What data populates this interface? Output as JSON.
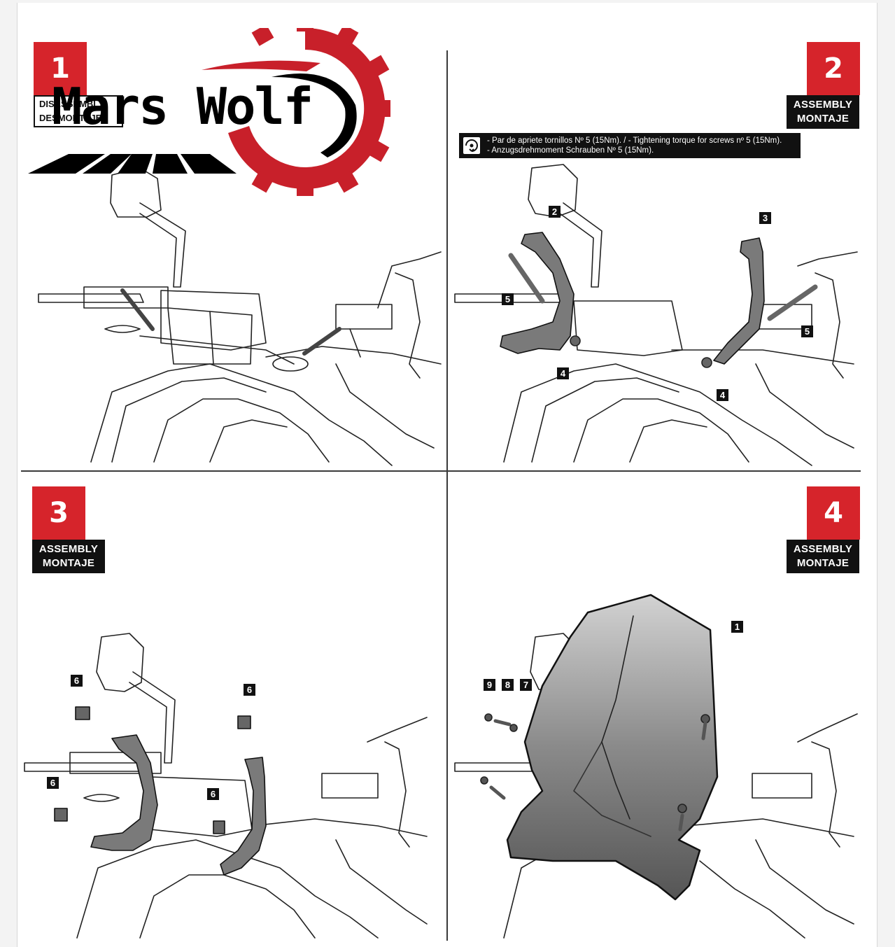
{
  "brand": {
    "name": "Mars Wolf",
    "red": "#c8202a",
    "black": "#000000"
  },
  "steps": [
    {
      "number": "1",
      "label_lines": [
        "DISASSEMBLY",
        "DESMONTAJE"
      ]
    },
    {
      "number": "2",
      "label_lines": [
        "ASSEMBLY",
        "MONTAJE"
      ]
    },
    {
      "number": "3",
      "label_lines": [
        "ASSEMBLY",
        "MONTAJE"
      ]
    },
    {
      "number": "4",
      "label_lines": [
        "ASSEMBLY",
        "MONTAJE"
      ]
    }
  ],
  "torque_note": {
    "icon": "torque-wrench-icon",
    "lines": [
      "- Par de apriete tornillos Nº 5 (15Nm). / - Tightening torque for screws nº 5 (15Nm).",
      "- Anzugsdrehmoment Schrauben Nº 5 (15Nm)."
    ]
  },
  "callouts": {
    "step2": [
      "2",
      "3",
      "5",
      "5",
      "4",
      "4"
    ],
    "step3": [
      "6",
      "6",
      "6",
      "6"
    ],
    "step4": [
      "1",
      "9",
      "8",
      "7"
    ]
  },
  "accent_color": "#d6242b"
}
